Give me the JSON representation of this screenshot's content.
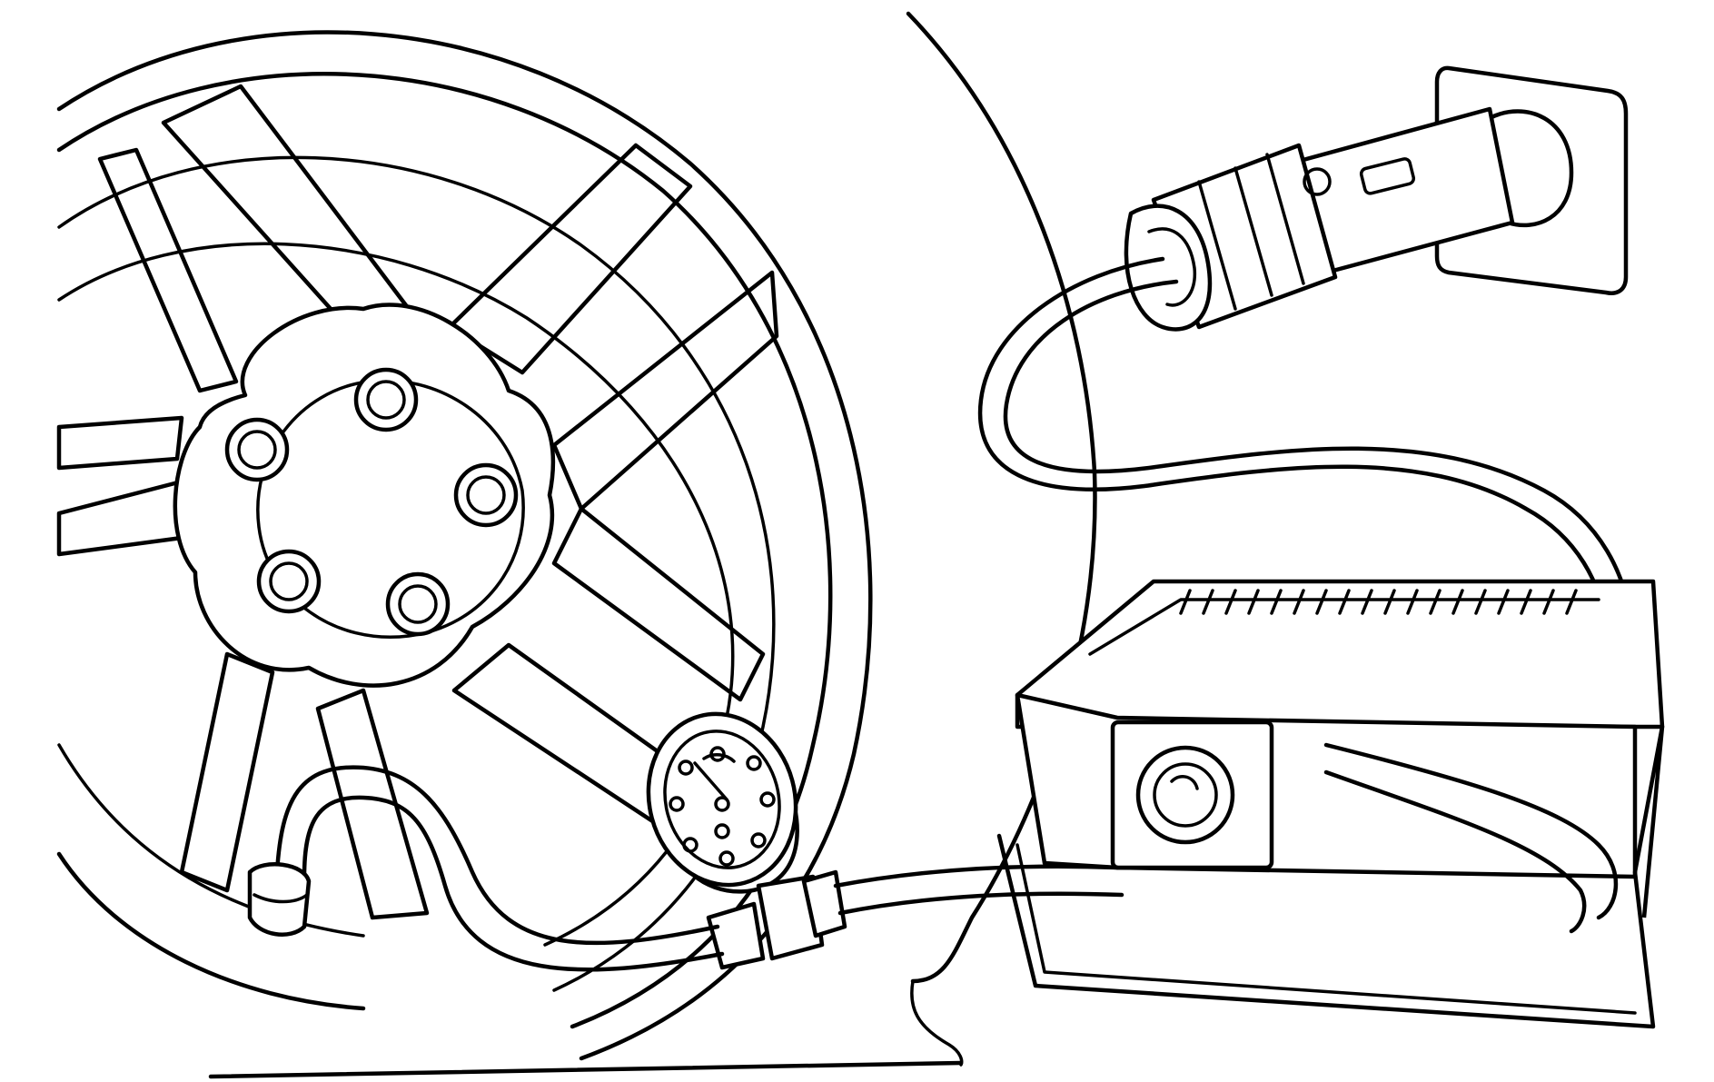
{
  "illustration": {
    "subject": "",
    "parts": [
      {
        "id": "wheel",
        "icon": "alloy-wheel-icon"
      },
      {
        "id": "wheel-hub",
        "icon": "lug-nut-hub-icon"
      },
      {
        "id": "valve-stem",
        "icon": "tire-valve-icon"
      },
      {
        "id": "sealant-canister",
        "icon": "sealant-canister-icon"
      },
      {
        "id": "air-hose",
        "icon": "hose-icon"
      },
      {
        "id": "compressor",
        "icon": "air-compressor-icon"
      },
      {
        "id": "power-cord",
        "icon": "power-cord-icon"
      },
      {
        "id": "power-plug",
        "icon": "accessory-plug-icon"
      },
      {
        "id": "power-outlet",
        "icon": "power-outlet-icon"
      },
      {
        "id": "vehicle-body",
        "icon": "vehicle-body-icon"
      }
    ]
  },
  "colors": {
    "ink": "#000000",
    "paper": "#ffffff"
  }
}
